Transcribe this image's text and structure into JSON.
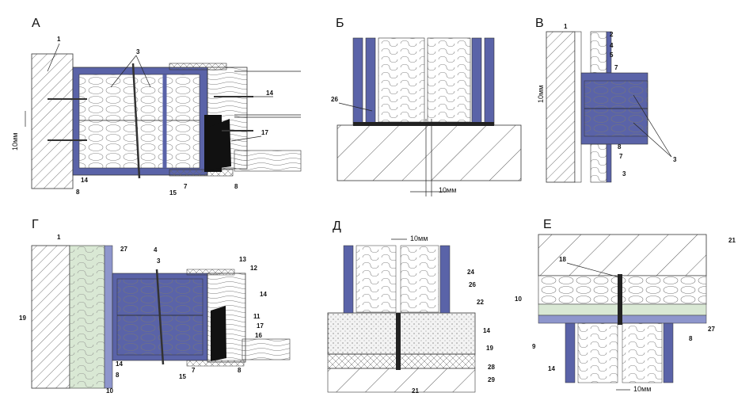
{
  "panels": {
    "a": {
      "title": "А",
      "callouts": [
        "1",
        "3",
        "14",
        "17",
        "10мм",
        "14",
        "8",
        "15",
        "7",
        "8"
      ]
    },
    "b": {
      "title": "Б",
      "callouts": [
        "26",
        "10мм"
      ]
    },
    "v": {
      "title": "В",
      "callouts": [
        "1",
        "2",
        "4",
        "5",
        "7",
        "10мм",
        "3",
        "8",
        "7",
        "3"
      ]
    },
    "g": {
      "title": "Г",
      "callouts": [
        "1",
        "27",
        "4",
        "3",
        "13",
        "12",
        "14",
        "19",
        "11",
        "17",
        "16",
        "14",
        "8",
        "15",
        "7",
        "8",
        "10"
      ]
    },
    "d": {
      "title": "Д",
      "callouts": [
        "10мм",
        "24",
        "26",
        "22",
        "14",
        "19",
        "28",
        "29",
        "21"
      ]
    },
    "e": {
      "title": "Е",
      "callouts": [
        "21",
        "18",
        "10",
        "9",
        "14",
        "27",
        "8",
        "10мм"
      ]
    }
  },
  "colors": {
    "profile": "#5a63a8",
    "profile_light": "#8e96cc",
    "hatch": "#444444",
    "insulation_green": "#d9e8d4"
  }
}
